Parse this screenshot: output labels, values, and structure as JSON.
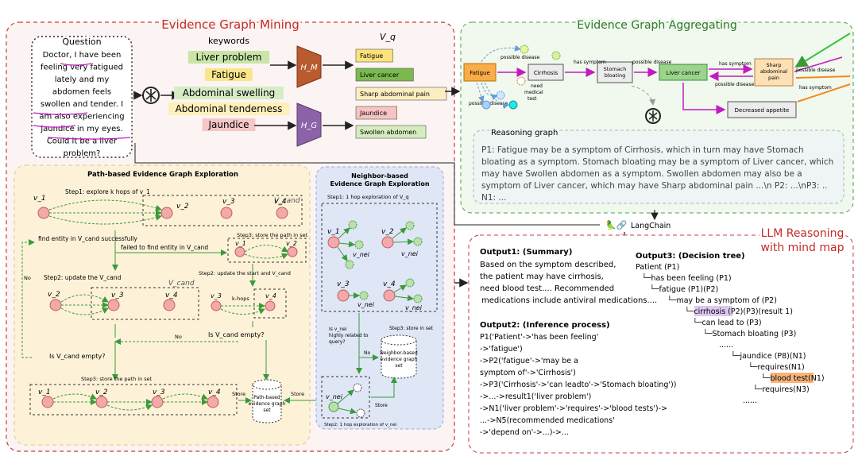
{
  "mining": {
    "title": "Evidence Graph Mining",
    "question_label": "Question",
    "question_lines": [
      "Doctor, I have been",
      "feeling very fatigued",
      "lately and my",
      "abdomen feels",
      "swollen and tender. I",
      "am also experiencing",
      "jaundice in my eyes.",
      "Could it be a liver",
      "problem?"
    ],
    "keywords_label": "keywords",
    "keywords": [
      {
        "text": "Liver problem",
        "color": "#c9e6a8"
      },
      {
        "text": "Fatigue",
        "color": "#fbe58a"
      },
      {
        "text": "Abdominal swelling",
        "color": "#d6ecc4"
      },
      {
        "text": "Abdominal tenderness",
        "color": "#fdf0b8"
      },
      {
        "text": "Jaundice",
        "color": "#f6c7c7"
      }
    ],
    "hm_label": "H_M",
    "hg_label": "H_G",
    "vq_label": "V_q",
    "entities": [
      {
        "text": "Fatigue",
        "color": "#fde27a"
      },
      {
        "text": "Liver cancer",
        "color": "#7cb850"
      },
      {
        "text": "Sharp abdominal pain",
        "color": "#fdeec0"
      },
      {
        "text": "Jaundice",
        "color": "#f7c3c3"
      },
      {
        "text": "Swollen abdomen",
        "color": "#d5ecc0"
      }
    ]
  },
  "path": {
    "title": "Path-based Evidence Graph Exploration",
    "step1": "Step1: explore k hops of v_1",
    "vcand": "V_cand",
    "nodes": [
      "v_1",
      "v_2",
      "v_3",
      "v_4"
    ],
    "find_ok": "find entity in V_cand successfully",
    "fail": "failed to find entity in V_cand",
    "step3_top": "Step3: store the path in set",
    "step2": "Step2: update the V_cand",
    "step2_small": "Step2: update the start and V_cand",
    "khops": "k-hops",
    "no1": "No",
    "no2": "No",
    "empty1": "Is V_cand empty?",
    "empty2": "Is V_cand empty?",
    "step3_bottom": "Step3: store the path in set",
    "store": "Store",
    "store2": "Store",
    "set_label": [
      "Path-based",
      "evidence graph",
      "set"
    ]
  },
  "neighbor": {
    "title": [
      "Neighbor-based",
      "Evidence Graph Exploration"
    ],
    "step1": "Step1: 1 hop exploration of V_q",
    "nei": "v_nei",
    "q_lines": [
      "Is v_nei",
      "highly related to",
      "query?"
    ],
    "no": "No",
    "step3": "Step3: store in set",
    "set_label": [
      "Neighbor-based",
      "evidence graph",
      "set"
    ],
    "store": "Store",
    "step2": "Step2: 1 hop exploration of v_nei"
  },
  "aggregating": {
    "title": "Evidence Graph Aggregating",
    "nodes": {
      "fatigue": "Fatigue",
      "cirrhosis": "Cirrhosis",
      "stomach": "Stomach bloating",
      "liver_cancer": "Liver cancer",
      "sharp": "Sharp abdominal pain",
      "appetite": "Decreased appetite"
    },
    "edges": [
      "possible disease",
      "has symptom",
      "possible disease",
      "has symptom",
      "possible disease",
      "possible disease",
      "possible disease",
      "has symptom",
      "need medical test"
    ],
    "reasoning_label": "Reasoning graph",
    "reasoning_lines": [
      "P1: Fatigue may be a symptom of Cirrhosis, which in turn may have Stomach",
      "bloating as a symptom. Stomach bloating may be a symptom of Liver cancer, which",
      "may have Swollen abdomen as a symptom. Swollen abdomen may also be a",
      "symptom of Liver cancer, which may have Sharp abdominal pain ...\\n P2: ...\\nP3: ..",
      "N1: ..."
    ]
  },
  "langchain": "LangChain",
  "llm": {
    "title": [
      "LLM Reasoning",
      "with mind map"
    ],
    "out1_title": "Output1: (Summary)",
    "out1_lines": [
      "Based on the symptom described,",
      "the patient may have",
      "need",
      "Recommended",
      "medications include"
    ],
    "out1_hl": {
      "cirrhosis": "cirrhosis",
      "blood_test": "blood test",
      "antiviral": "antiviral medications"
    },
    "out1_tail": [
      ",",
      ".... ",
      ".... "
    ],
    "out2_title": "Output2: (Inference process)",
    "out2_lines": [
      "P1('Patient'->'has been feeling'",
      "->'fatigue')",
      "->P2('fatigue'->'may be a",
      "symptom of'->'Cirrhosis')",
      "->P3('Cirrhosis'->'can leadto'->'Stomach bloating'))",
      "->...->result1('liver problem')",
      "->N1('liver problem'->'requires'->'blood tests')->",
      "...->N5(recommended medications'",
      "->'depend on'->...)->..."
    ],
    "out3_title": "Output3: (Decision tree)",
    "tree": [
      "Patient (P1)",
      "└─has been feeling (P1)",
      "└─fatigue (P1)(P2)",
      "└─may be a symptom of (P2)",
      "└─cirrhosis (P2)(P3)(result 1)",
      "└─can lead to (P3)",
      "└─Stomach bloating (P3)",
      "......",
      "└─jaundice (P8)(N1)",
      "└─requires(N1)",
      "└─blood test(N1)",
      "└─requires(N3)",
      "......"
    ],
    "colors": {
      "purple": "#dcc8f0",
      "orange": "#f8b47a",
      "blue": "#9cc8f4"
    }
  }
}
